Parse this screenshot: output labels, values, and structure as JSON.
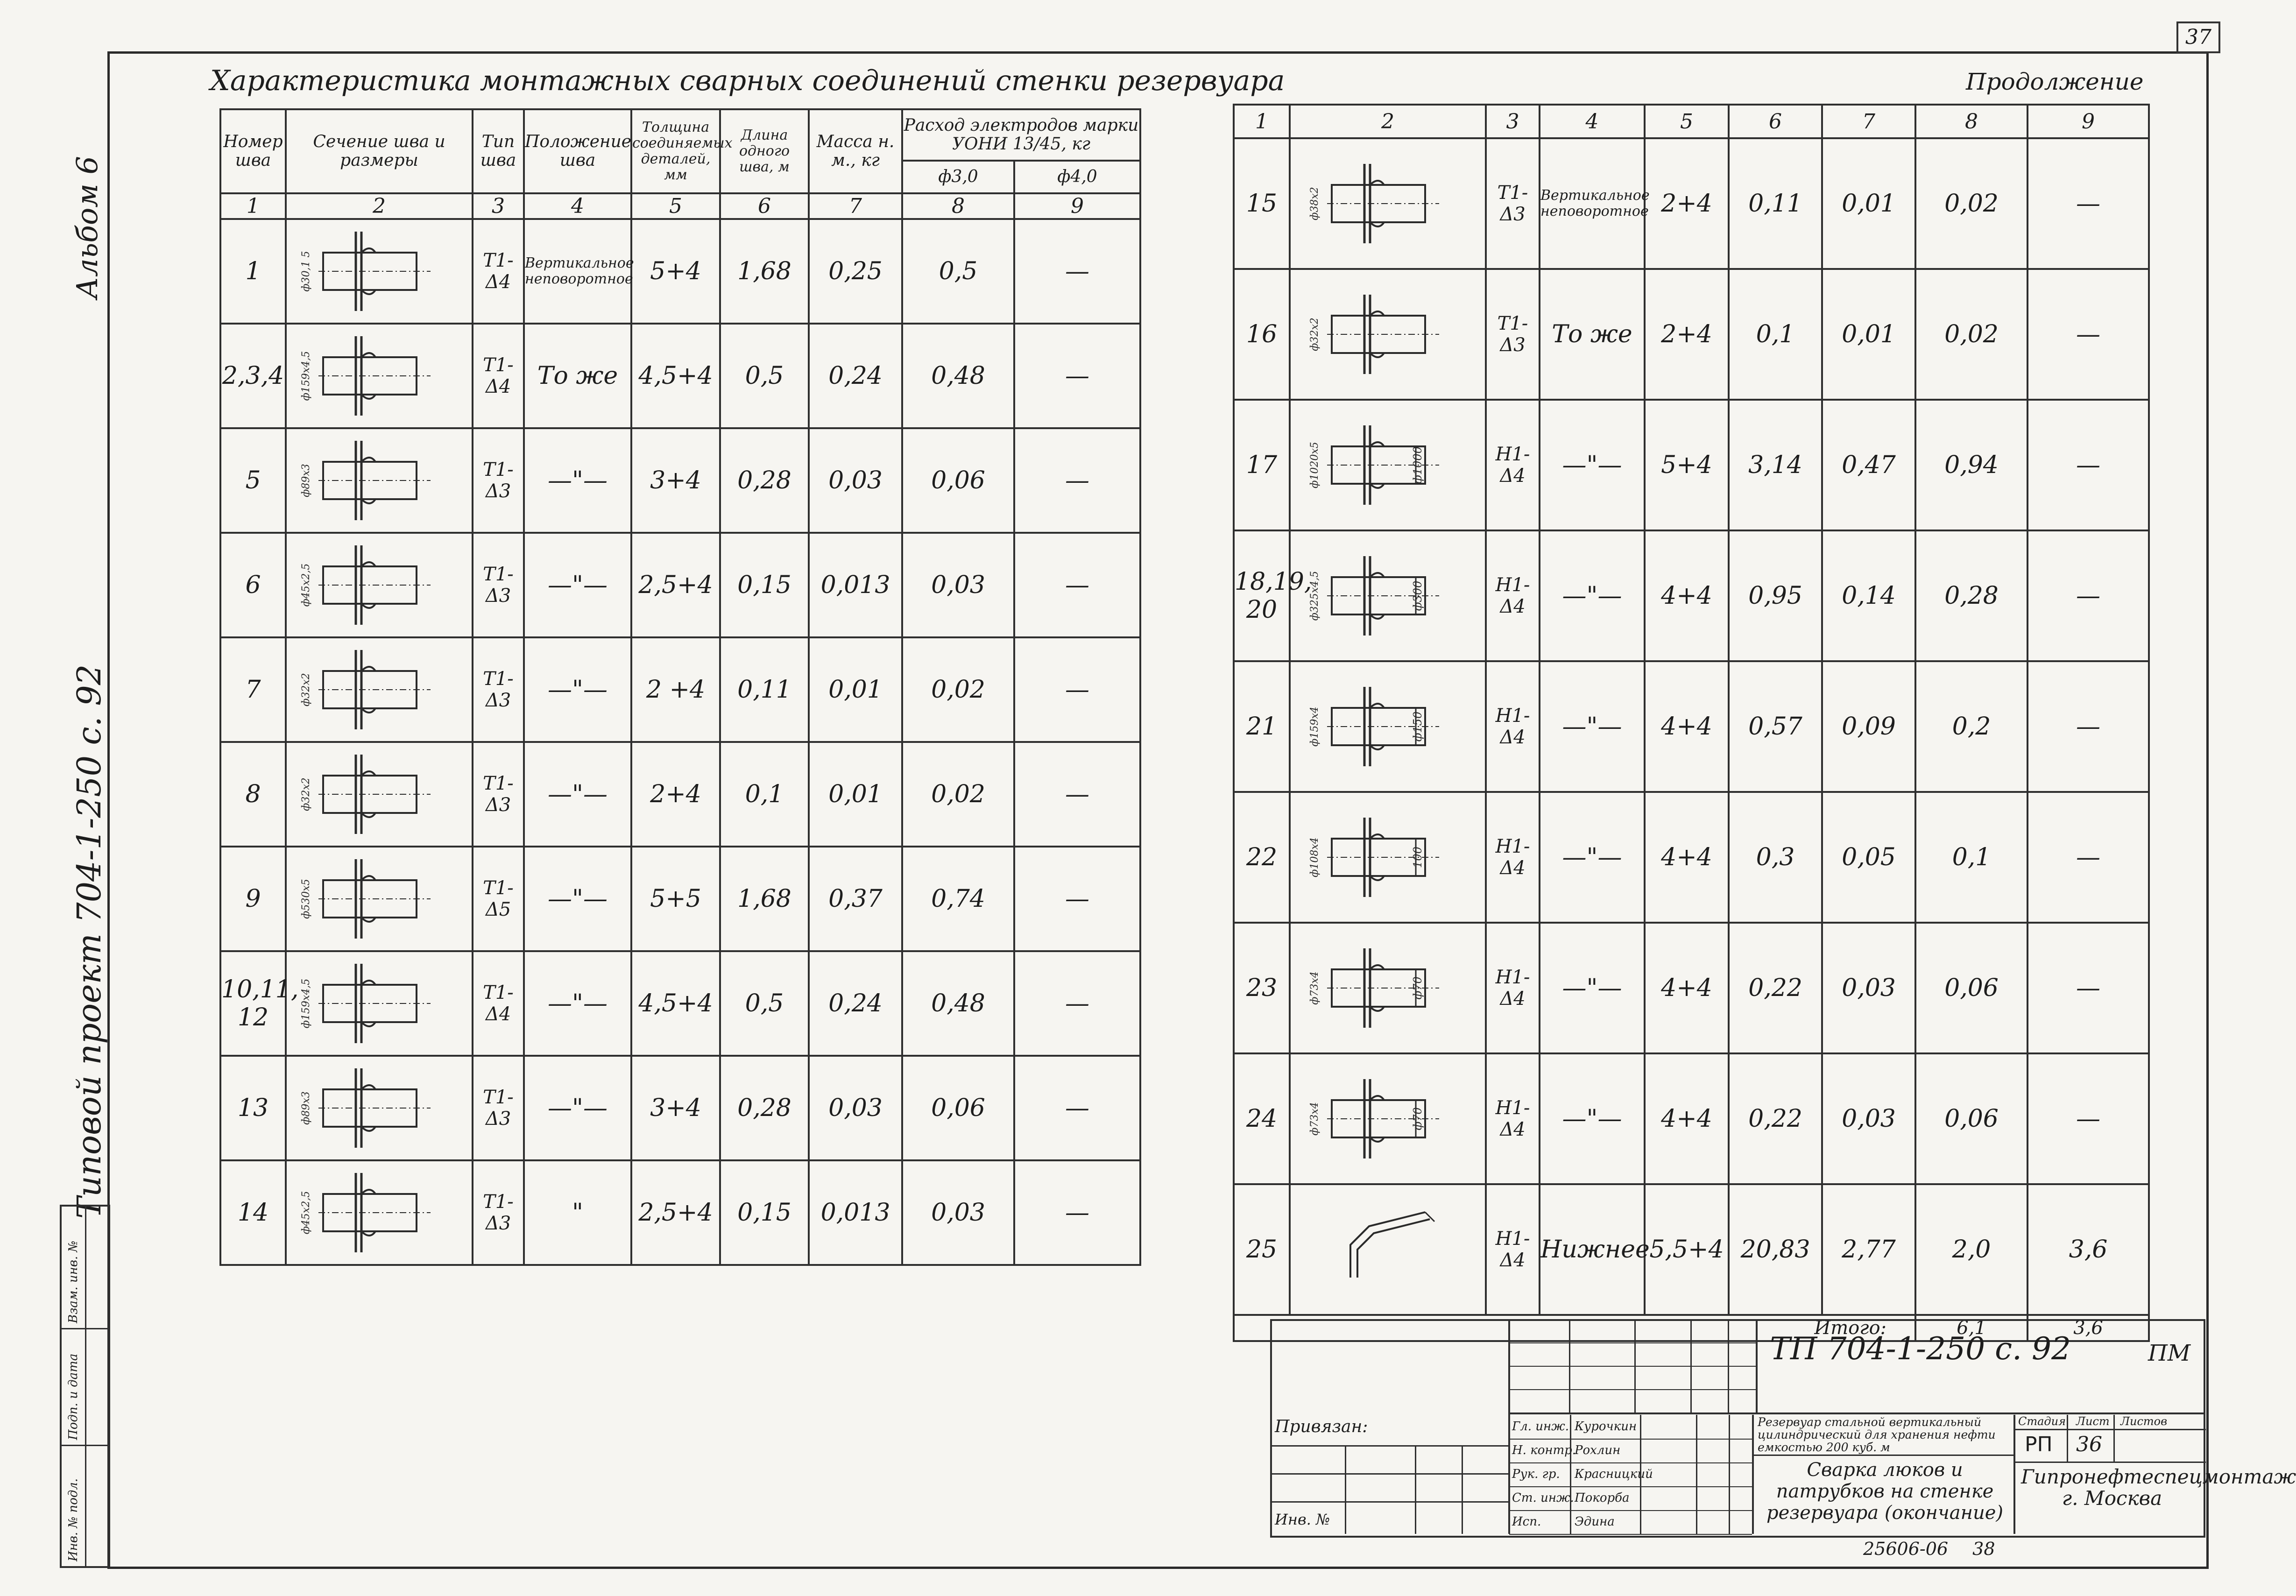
{
  "page_number": "37",
  "margin": {
    "album": "Альбом 6",
    "project": "Типовой проект 704-1-250 с. 92",
    "inv_labels": [
      "Инв. № подл.",
      "Подп. и дата",
      "Взам. инв. №"
    ]
  },
  "left_table": {
    "title": "Характеристика монтажных сварных соединений стенки резервуара",
    "headers": {
      "num": "Номер шва",
      "section": "Сечение шва и размеры",
      "type": "Тип шва",
      "position": "Положение шва",
      "thickness": "Толщина соединяемых деталей, мм",
      "length": "Длина одного шва, м",
      "mass": "Масса н. м., кг",
      "consumption": "Расход электродов марки УОНИ 13/45, кг",
      "d3": "ф3,0",
      "d4": "ф4,0"
    },
    "col_numbers": [
      "1",
      "2",
      "3",
      "4",
      "5",
      "6",
      "7",
      "8",
      "9"
    ],
    "rows": [
      {
        "num": "1",
        "dim": "ф30,1 5",
        "type": "Т1-Δ4",
        "pos": "Вертикальное неповоротное",
        "thick": "5+4",
        "len": "1,68",
        "mass": "0,25",
        "d3": "0,5",
        "d4": "—"
      },
      {
        "num": "2,3,4",
        "dim": "ф159х4,5",
        "type": "Т1-Δ4",
        "pos": "То же",
        "thick": "4,5+4",
        "len": "0,5",
        "mass": "0,24",
        "d3": "0,48",
        "d4": "—"
      },
      {
        "num": "5",
        "dim": "ф89х3",
        "type": "Т1-Δ3",
        "pos": "—\"—",
        "thick": "3+4",
        "len": "0,28",
        "mass": "0,03",
        "d3": "0,06",
        "d4": "—"
      },
      {
        "num": "6",
        "dim": "ф45х2,5",
        "type": "Т1-Δ3",
        "pos": "—\"—",
        "thick": "2,5+4",
        "len": "0,15",
        "mass": "0,013",
        "d3": "0,03",
        "d4": "—"
      },
      {
        "num": "7",
        "dim": "ф32х2",
        "type": "Т1-Δ3",
        "pos": "—\"—",
        "thick": "2 +4",
        "len": "0,11",
        "mass": "0,01",
        "d3": "0,02",
        "d4": "—"
      },
      {
        "num": "8",
        "dim": "ф32х2",
        "type": "Т1-Δ3",
        "pos": "—\"—",
        "thick": "2+4",
        "len": "0,1",
        "mass": "0,01",
        "d3": "0,02",
        "d4": "—"
      },
      {
        "num": "9",
        "dim": "ф530х5",
        "type": "Т1-Δ5",
        "pos": "—\"—",
        "thick": "5+5",
        "len": "1,68",
        "mass": "0,37",
        "d3": "0,74",
        "d4": "—"
      },
      {
        "num": "10,11, 12",
        "dim": "ф159х4,5",
        "type": "Т1-Δ4",
        "pos": "—\"—",
        "thick": "4,5+4",
        "len": "0,5",
        "mass": "0,24",
        "d3": "0,48",
        "d4": "—"
      },
      {
        "num": "13",
        "dim": "ф89х3",
        "type": "Т1-Δ3",
        "pos": "—\"—",
        "thick": "3+4",
        "len": "0,28",
        "mass": "0,03",
        "d3": "0,06",
        "d4": "—"
      },
      {
        "num": "14",
        "dim": "ф45х2,5",
        "type": "Т1-Δ3",
        "pos": "\"",
        "thick": "2,5+4",
        "len": "0,15",
        "mass": "0,013",
        "d3": "0,03",
        "d4": "—"
      }
    ]
  },
  "right_table": {
    "continuation": "Продолжение",
    "col_numbers": [
      "1",
      "2",
      "3",
      "4",
      "5",
      "6",
      "7",
      "8",
      "9"
    ],
    "rows": [
      {
        "num": "15",
        "dim": "ф38х2",
        "type": "Т1-Δ3",
        "pos": "Вертикальное неповоротное",
        "thick": "2+4",
        "len": "0,11",
        "mass": "0,01",
        "d3": "0,02",
        "d4": "—"
      },
      {
        "num": "16",
        "dim": "ф32х2",
        "type": "Т1-Δ3",
        "pos": "То же",
        "thick": "2+4",
        "len": "0,1",
        "mass": "0,01",
        "d3": "0,02",
        "d4": "—"
      },
      {
        "num": "17",
        "dim": "ф1020х5",
        "type": "Н1-Δ4",
        "pos": "—\"—",
        "thick": "5+4",
        "len": "3,14",
        "mass": "0,47",
        "d3": "0,94",
        "d4": "—",
        "side": "ф1000"
      },
      {
        "num": "18,19, 20",
        "dim": "ф325х4,5",
        "type": "Н1-Δ4",
        "pos": "—\"—",
        "thick": "4+4",
        "len": "0,95",
        "mass": "0,14",
        "d3": "0,28",
        "d4": "—",
        "side": "ф300"
      },
      {
        "num": "21",
        "dim": "ф159х4",
        "type": "Н1-Δ4",
        "pos": "—\"—",
        "thick": "4+4",
        "len": "0,57",
        "mass": "0,09",
        "d3": "0,2",
        "d4": "—",
        "side": "ф150"
      },
      {
        "num": "22",
        "dim": "ф108х4",
        "type": "Н1-Δ4",
        "pos": "—\"—",
        "thick": "4+4",
        "len": "0,3",
        "mass": "0,05",
        "d3": "0,1",
        "d4": "—",
        "side": "100"
      },
      {
        "num": "23",
        "dim": "ф73х4",
        "type": "Н1-Δ4",
        "pos": "—\"—",
        "thick": "4+4",
        "len": "0,22",
        "mass": "0,03",
        "d3": "0,06",
        "d4": "—",
        "side": "ф70"
      },
      {
        "num": "24",
        "dim": "ф73х4",
        "type": "Н1-Δ4",
        "pos": "—\"—",
        "thick": "4+4",
        "len": "0,22",
        "mass": "0,03",
        "d3": "0,06",
        "d4": "—",
        "side": "ф70"
      },
      {
        "num": "25",
        "dim": "",
        "type": "Н1-Δ4",
        "pos": "Нижнее",
        "thick": "5,5+4",
        "len": "20,83",
        "mass": "2,77",
        "d3": "2,0",
        "d4": "3,6"
      }
    ],
    "total_label": "Итого:",
    "total_d3": "6,1",
    "total_d4": "3,6"
  },
  "title_block": {
    "code": "ТП 704-1-250 с. 92",
    "mark": "ПМ",
    "binding_label": "Привязан:",
    "inv_label": "Инв. №",
    "description": "Резервуар стальной вертикальный цилиндрический для хранения нефти емкостью 200 куб. м",
    "sheet_title": "Сварка люков и патрубков на стенке резервуара (окончание)",
    "stage_label": "Стадия",
    "sheet_label": "Лист",
    "sheets_label": "Листов",
    "stage": "РП",
    "sheet": "36",
    "org": "Гипронефтеспецмонтаж г. Москва",
    "roles": [
      "Гл. инж.",
      "Н. контр.",
      "Рук. гр.",
      "Ст. инж.",
      "Исп."
    ],
    "names": [
      "Курочкин",
      "Рохлин",
      "Красницкий",
      "Покорба",
      "Эдина"
    ],
    "bottom_number": "25606-06",
    "bottom_page": "38"
  }
}
